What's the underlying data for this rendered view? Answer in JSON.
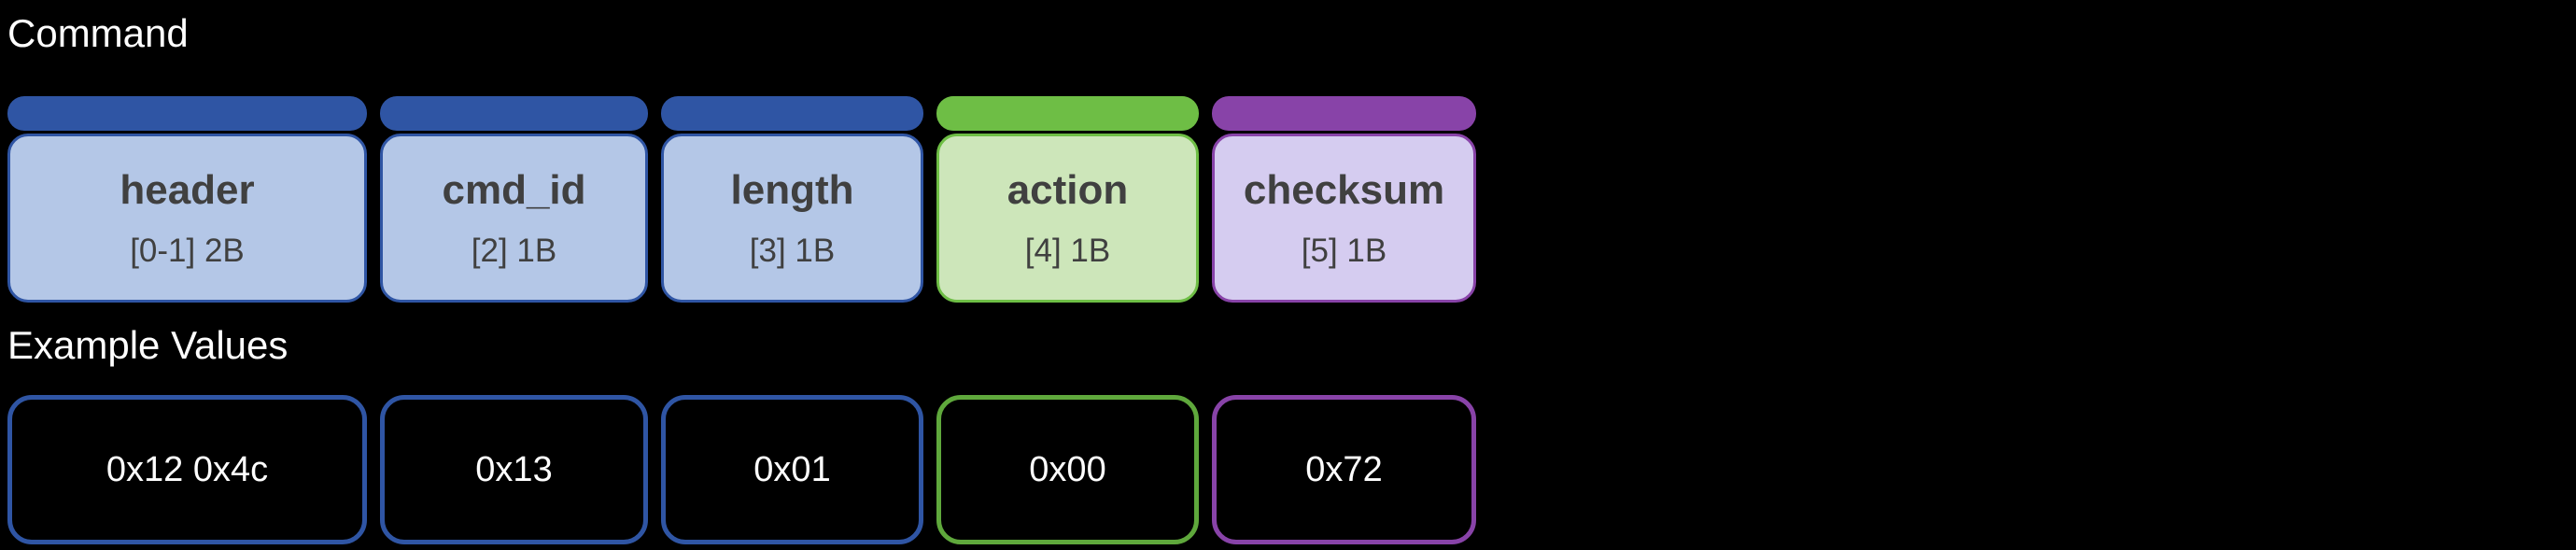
{
  "titles": {
    "command": "Command",
    "example_values": "Example Values"
  },
  "colors": {
    "background": "#000000",
    "title_text": "#ffffff",
    "field_text": "#404040",
    "value_text": "#ffffff",
    "blue_accent": "#2f55a4",
    "blue_fill": "#b4c7e7",
    "green_accent": "#6ebe45",
    "green_fill": "#cde6ba",
    "purple_accent": "#8843a8",
    "purple_fill": "#d5ccf0"
  },
  "fields": [
    {
      "name": "header",
      "bytes": "[0-1] 2B",
      "value": "0x12 0x4c",
      "scheme": "blue"
    },
    {
      "name": "cmd_id",
      "bytes": "[2] 1B",
      "value": "0x13",
      "scheme": "blue"
    },
    {
      "name": "length",
      "bytes": "[3] 1B",
      "value": "0x01",
      "scheme": "blue"
    },
    {
      "name": "action",
      "bytes": "[4] 1B",
      "value": "0x00",
      "scheme": "green"
    },
    {
      "name": "checksum",
      "bytes": "[5] 1B",
      "value": "0x72",
      "scheme": "purple"
    }
  ]
}
